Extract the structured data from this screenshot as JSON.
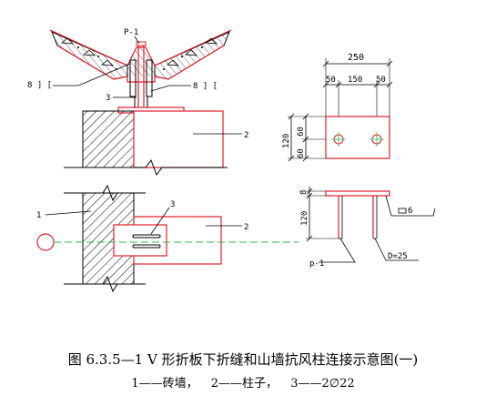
{
  "figure": {
    "caption": "图 6.3.5—1   V 形折板下折缝和山墙抗风柱连接示意图(一)",
    "legend": [
      "1——砖墙，",
      "2——柱子，",
      "3——2∅22"
    ]
  },
  "labels": {
    "plate": "P-1",
    "angle_left": "8 ] [",
    "angle_right": "8 ] [",
    "part_bolt_top": "3",
    "part_column_top": "2",
    "part_wall_plan": "1",
    "part_bolt_plan": "3",
    "part_column_plan": "2",
    "plate_bottom": "p-1",
    "bolt_dia": "D=25",
    "plate_thk": "6"
  },
  "dimensions": {
    "total_width": "250",
    "seg_left": "50",
    "seg_mid": "150",
    "seg_right": "50",
    "v_upper": "60",
    "v_lower": "60",
    "v_total": "120",
    "v_plate_thk": "8",
    "v_anchor": "120"
  },
  "colors": {
    "red": "#e0202a",
    "green": "#2cb84a",
    "black": "#000000",
    "hatch": "#000000"
  }
}
